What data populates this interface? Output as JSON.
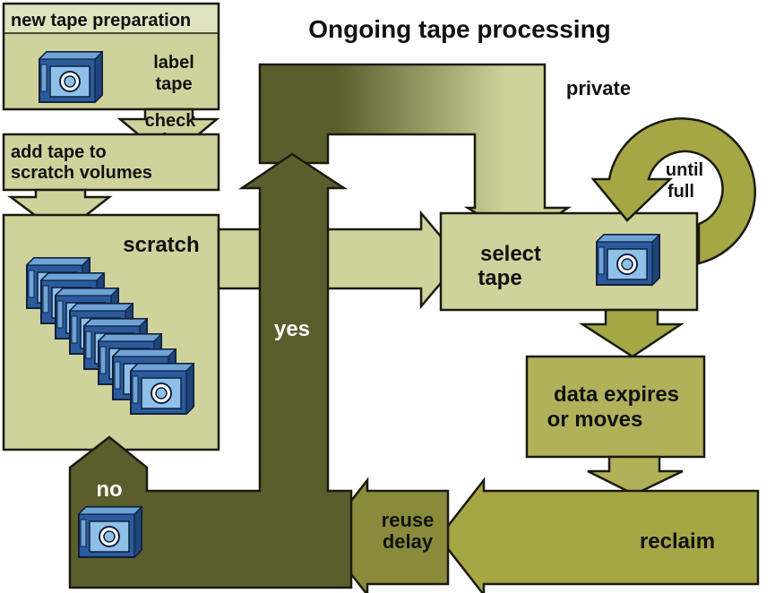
{
  "title": "Ongoing tape processing",
  "colors": {
    "pale": "#cfd29b",
    "pale_light": "#dfe3bf",
    "mid": "#b1b15a",
    "olive": "#a5a644",
    "dark": "#5b5d2c",
    "outline": "#1a1a0e",
    "tape_blue": "#2b5b9c",
    "tape_light": "#8fc0e8",
    "white": "#ffffff"
  },
  "labels": {
    "new_tape_preparation": "new tape preparation",
    "label_tape_line1": "label",
    "label_tape_line2": "tape",
    "check_in_line1": "check",
    "check_in_line2": "in",
    "add_tape_line1": "add tape to",
    "add_tape_line2": "scratch volumes",
    "scratch": "scratch",
    "private": "private",
    "until_full_line1": "until",
    "until_full_line2": "full",
    "select_tape_line1": "select",
    "select_tape_line2": "tape",
    "data_expires_line1": "data expires",
    "data_expires_line2": "or moves",
    "reclaim": "reclaim",
    "reuse_delay_line1": "reuse",
    "reuse_delay_line2": "delay",
    "yes": "yes",
    "no": "no"
  },
  "icons": {
    "tape": "tape-cartridge-icon",
    "tape_stack": "tape-stack-icon"
  }
}
